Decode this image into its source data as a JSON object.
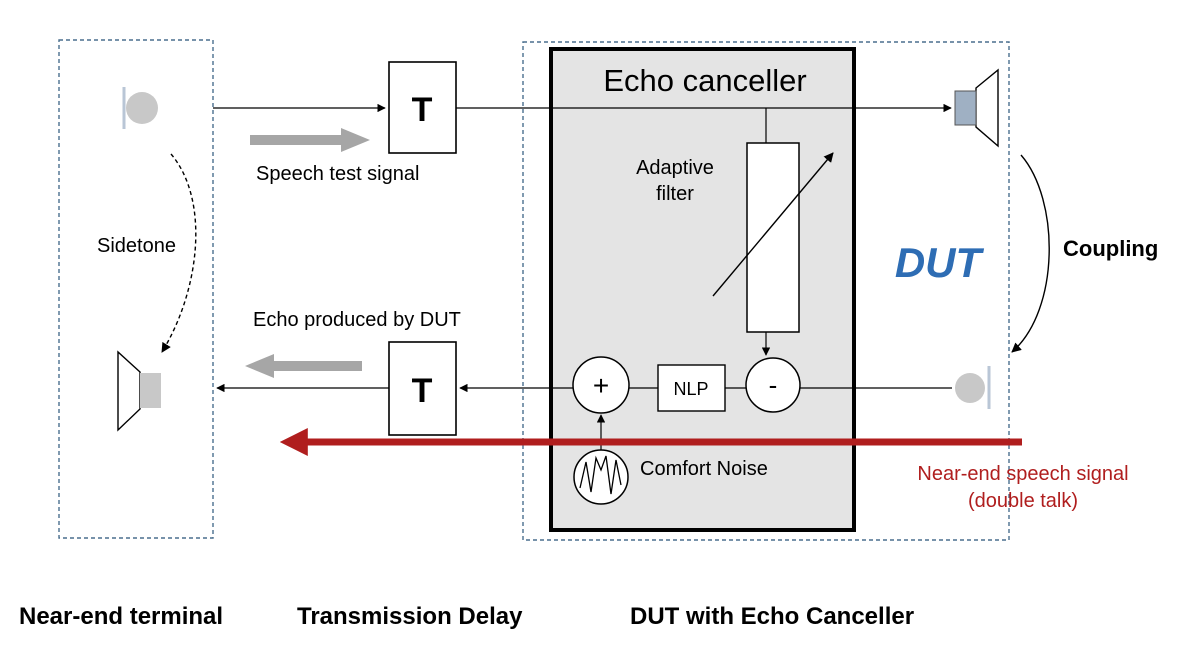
{
  "echo_canceller": {
    "title": "Echo canceller"
  },
  "adaptive_filter": {
    "line1": "Adaptive",
    "line2": "filter"
  },
  "delay_blocks": {
    "upper": "T",
    "lower": "T"
  },
  "nlp": {
    "label": "NLP"
  },
  "adder": {
    "symbol": "+"
  },
  "subtractor": {
    "symbol": "-"
  },
  "comfort_noise": {
    "label": "Comfort Noise"
  },
  "labels": {
    "speech_test_signal": "Speech test signal",
    "sidetone": "Sidetone",
    "echo_produced": "Echo produced by DUT",
    "coupling": "Coupling",
    "dut": "DUT",
    "near_end_speech_line1": "Near-end speech signal",
    "near_end_speech_line2": "(double talk)"
  },
  "section_titles": {
    "near_end_terminal": "Near-end terminal",
    "transmission_delay": "Transmission Delay",
    "dut_with_echo_canceller": "DUT with Echo Canceller"
  },
  "colors": {
    "dut_text": "#2e6db4",
    "near_end_speech": "#b01e1e",
    "dashed_border": "#4a6f8e",
    "canceller_fill": "#e4e4e4",
    "grey_arrow": "#a6a6a6"
  }
}
